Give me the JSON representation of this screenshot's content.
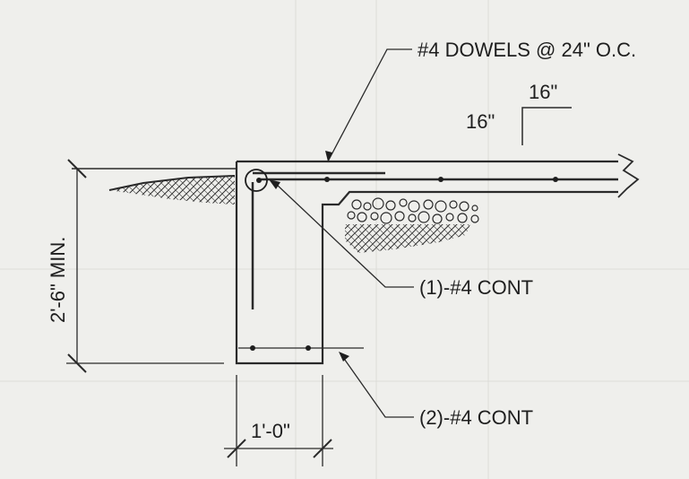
{
  "labels": {
    "dowels": "#4 DOWELS @ 24\" O.C.",
    "dim_top_h": "16\"",
    "dim_top_v": "16\"",
    "cont_top": "(1)-#4 CONT",
    "cont_bottom": "(2)-#4 CONT",
    "height_dim": "2'-6\" MIN.",
    "width_dim": "1'-0\""
  }
}
